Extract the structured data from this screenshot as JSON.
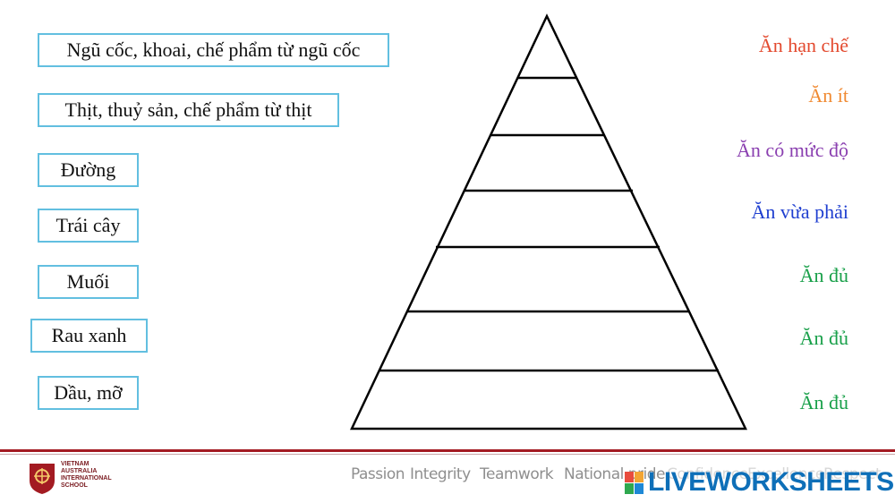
{
  "items": [
    {
      "label": "Ngũ cốc, khoai, chế phẩm từ ngũ cốc"
    },
    {
      "label": "Thịt, thuỷ sản, chế phẩm từ thịt"
    },
    {
      "label": "Đường"
    },
    {
      "label": "Trái cây"
    },
    {
      "label": "Muối"
    },
    {
      "label": "Rau xanh"
    },
    {
      "label": "Dầu, mỡ"
    }
  ],
  "levels": [
    {
      "label": "Ăn hạn chế",
      "color": "#e34a2f"
    },
    {
      "label": "Ăn ít",
      "color": "#f08a32"
    },
    {
      "label": "Ăn có mức độ",
      "color": "#8a3fb0"
    },
    {
      "label": "Ăn vừa phải",
      "color": "#1f3fd0"
    },
    {
      "label": "Ăn đủ",
      "color": "#19a04a"
    },
    {
      "label": "Ăn đủ",
      "color": "#19a04a"
    },
    {
      "label": "Ăn đủ",
      "color": "#19a04a"
    }
  ],
  "footer": {
    "school": [
      "VIETNAM",
      "AUSTRALIA",
      "INTERNATIONAL",
      "SCHOOL"
    ],
    "values": [
      "Passion",
      "Integrity",
      "Teamwork",
      "National pride",
      "Confidence",
      "Excellence",
      "Respect"
    ],
    "brand": "LIVEWORKSHEETS",
    "brand_color": "#0e6fb8",
    "accent_color": "#a31b22"
  }
}
